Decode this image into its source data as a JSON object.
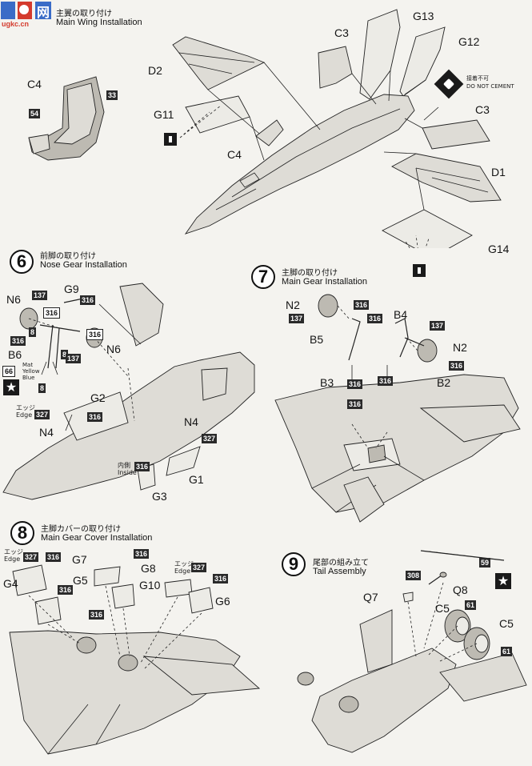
{
  "watermark": {
    "text": "网",
    "sub": "ugkc.cn"
  },
  "step5": {
    "title_jp": "主翼の取り付け",
    "title_en": "Main Wing Installation"
  },
  "step6": {
    "number": "6",
    "title_jp": "前脚の取り付け",
    "title_en": "Nose Gear Installation"
  },
  "step7": {
    "number": "7",
    "title_jp": "主脚の取り付け",
    "title_en": "Main Gear Installation"
  },
  "step8": {
    "number": "8",
    "title_jp": "主脚カバーの取り付け",
    "title_en": "Main Gear Cover Installation"
  },
  "step9": {
    "number": "9",
    "title_jp": "尾部の組み立て",
    "title_en": "Tail Assembly"
  },
  "no_cement": {
    "jp": "接着不可",
    "en": "DO NOT CEMENT"
  },
  "edge_note": {
    "jp": "エッジ",
    "en": "Edge"
  },
  "inside_note": {
    "jp": "内側",
    "en": "Inside"
  },
  "parts": {
    "C3a": "C3",
    "G13": "G13",
    "G12": "G12",
    "C4a": "C4",
    "D2": "D2",
    "G11": "G11",
    "C4b": "C4",
    "C3b": "C3",
    "D1": "D1",
    "G14": "G14",
    "N6a": "N6",
    "G9": "G9",
    "B6": "B6",
    "N6b": "N6",
    "G2": "G2",
    "N4a": "N4",
    "N4b": "N4",
    "G1": "G1",
    "G3": "G3",
    "N2a": "N2",
    "B4": "B4",
    "B5": "B5",
    "N2b": "N2",
    "B3": "B3",
    "B2": "B2",
    "G7": "G7",
    "G8": "G8",
    "G5": "G5",
    "G10": "G10",
    "G6": "G6",
    "G4": "G4",
    "Q7": "Q7",
    "Q8": "Q8",
    "C5a": "C5",
    "C5b": "C5"
  },
  "colors": {
    "c33": "33",
    "c54": "54",
    "c316": "316",
    "c137": "137",
    "c8": "8",
    "c66": "66",
    "c327": "327",
    "c308": "308",
    "c61": "61",
    "c59": "59"
  },
  "mini_text": {
    "line1": "Mat",
    "line2": "Yellow",
    "line3": "Blue"
  },
  "icons": {
    "star": "star-icon",
    "drill": "drill-hole-icon",
    "no_cement": "no-cement-icon"
  }
}
